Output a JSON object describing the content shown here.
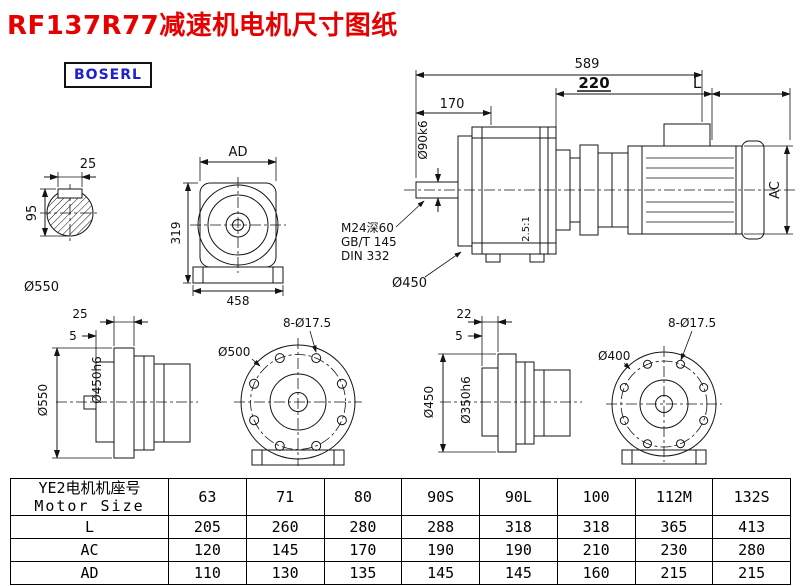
{
  "title": "RF137R77减速机电机尺寸图纸",
  "brand": "BOSERL",
  "colors": {
    "title_red": "#e60000",
    "brand_blue": "#2020cc",
    "line": "#141414"
  },
  "main_view": {
    "dim_overall": "589",
    "dim_220": "220",
    "dim_L": "L",
    "dim_170": "170",
    "shaft_dia": "Ø90k6",
    "tap_note1": "M24深60",
    "tap_note2": "GB/T 145",
    "tap_note3": "DIN 332",
    "flange_dia": "Ø450",
    "ratio_mark": "2.5:1",
    "dim_AC": "AC"
  },
  "shaft_section": {
    "key_width": "25",
    "key_height": "95",
    "dia_label": "Ø550"
  },
  "front_view": {
    "dim_AD": "AD",
    "dim_319": "319",
    "dim_458": "458"
  },
  "side_view_large": {
    "dim_25": "25",
    "dim_5": "5",
    "flange_dia": "Ø550",
    "spigot_dia": "Ø450h6"
  },
  "flange_face_large": {
    "holes": "8-Ø17.5",
    "dia": "Ø500"
  },
  "side_view_small": {
    "dim_22": "22",
    "dim_5": "5",
    "flange_dia": "Ø450",
    "spigot_dia": "Ø350h6"
  },
  "flange_face_small": {
    "holes": "8-Ø17.5",
    "dia": "Ø400"
  },
  "table": {
    "header_cn": "YE2电机机座号",
    "header_en": "Motor Size",
    "sizes": [
      "63",
      "71",
      "80",
      "90S",
      "90L",
      "100",
      "112M",
      "132S"
    ],
    "rows": [
      {
        "label": "L",
        "values": [
          "205",
          "260",
          "280",
          "288",
          "318",
          "318",
          "365",
          "413"
        ]
      },
      {
        "label": "AC",
        "values": [
          "120",
          "145",
          "170",
          "190",
          "190",
          "210",
          "230",
          "280"
        ]
      },
      {
        "label": "AD",
        "values": [
          "110",
          "130",
          "135",
          "145",
          "145",
          "160",
          "215",
          "215"
        ]
      }
    ]
  }
}
